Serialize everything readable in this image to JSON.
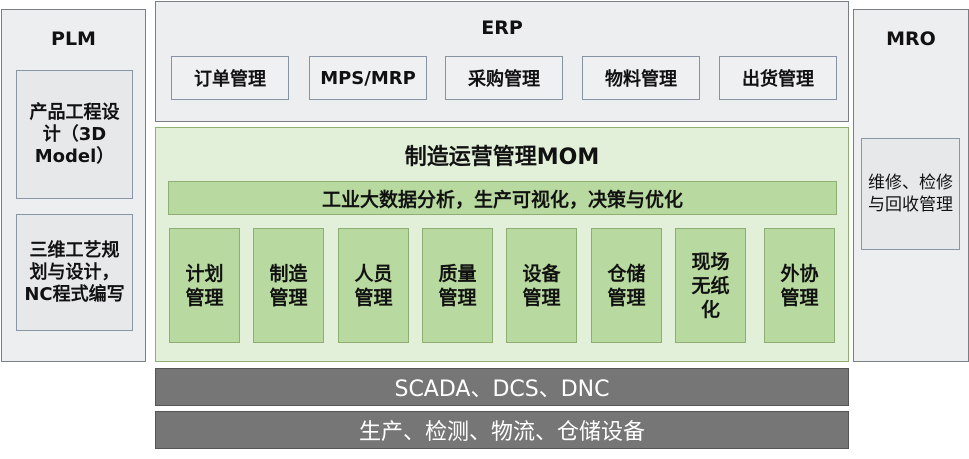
{
  "plm": {
    "title": "PLM",
    "items": [
      "产品工程设计（3D Model）",
      "三维工艺规划与设计，NC程式编写"
    ]
  },
  "erp": {
    "title": "ERP",
    "items": [
      "订单管理",
      "MPS/MRP",
      "采购管理",
      "物料管理",
      "出货管理"
    ]
  },
  "mro": {
    "title": "MRO",
    "item": "维修、检修与回收管理"
  },
  "mom": {
    "title": "制造运营管理MOM",
    "analytics": "工业大数据分析，生产可视化，决策与优化",
    "modules": [
      "计划管理",
      "制造管理",
      "人员管理",
      "质量管理",
      "设备管理",
      "仓储管理",
      "现场无纸化",
      "外协管理"
    ]
  },
  "control_layer": "SCADA、DCS、DNC",
  "equipment_layer": "生产、检测、物流、仓储设备",
  "colors": {
    "gray_panel": "#eceef0",
    "green_panel": "#e2f0d9",
    "green_module": "#b8d99f",
    "dark_bar": "#767676"
  }
}
